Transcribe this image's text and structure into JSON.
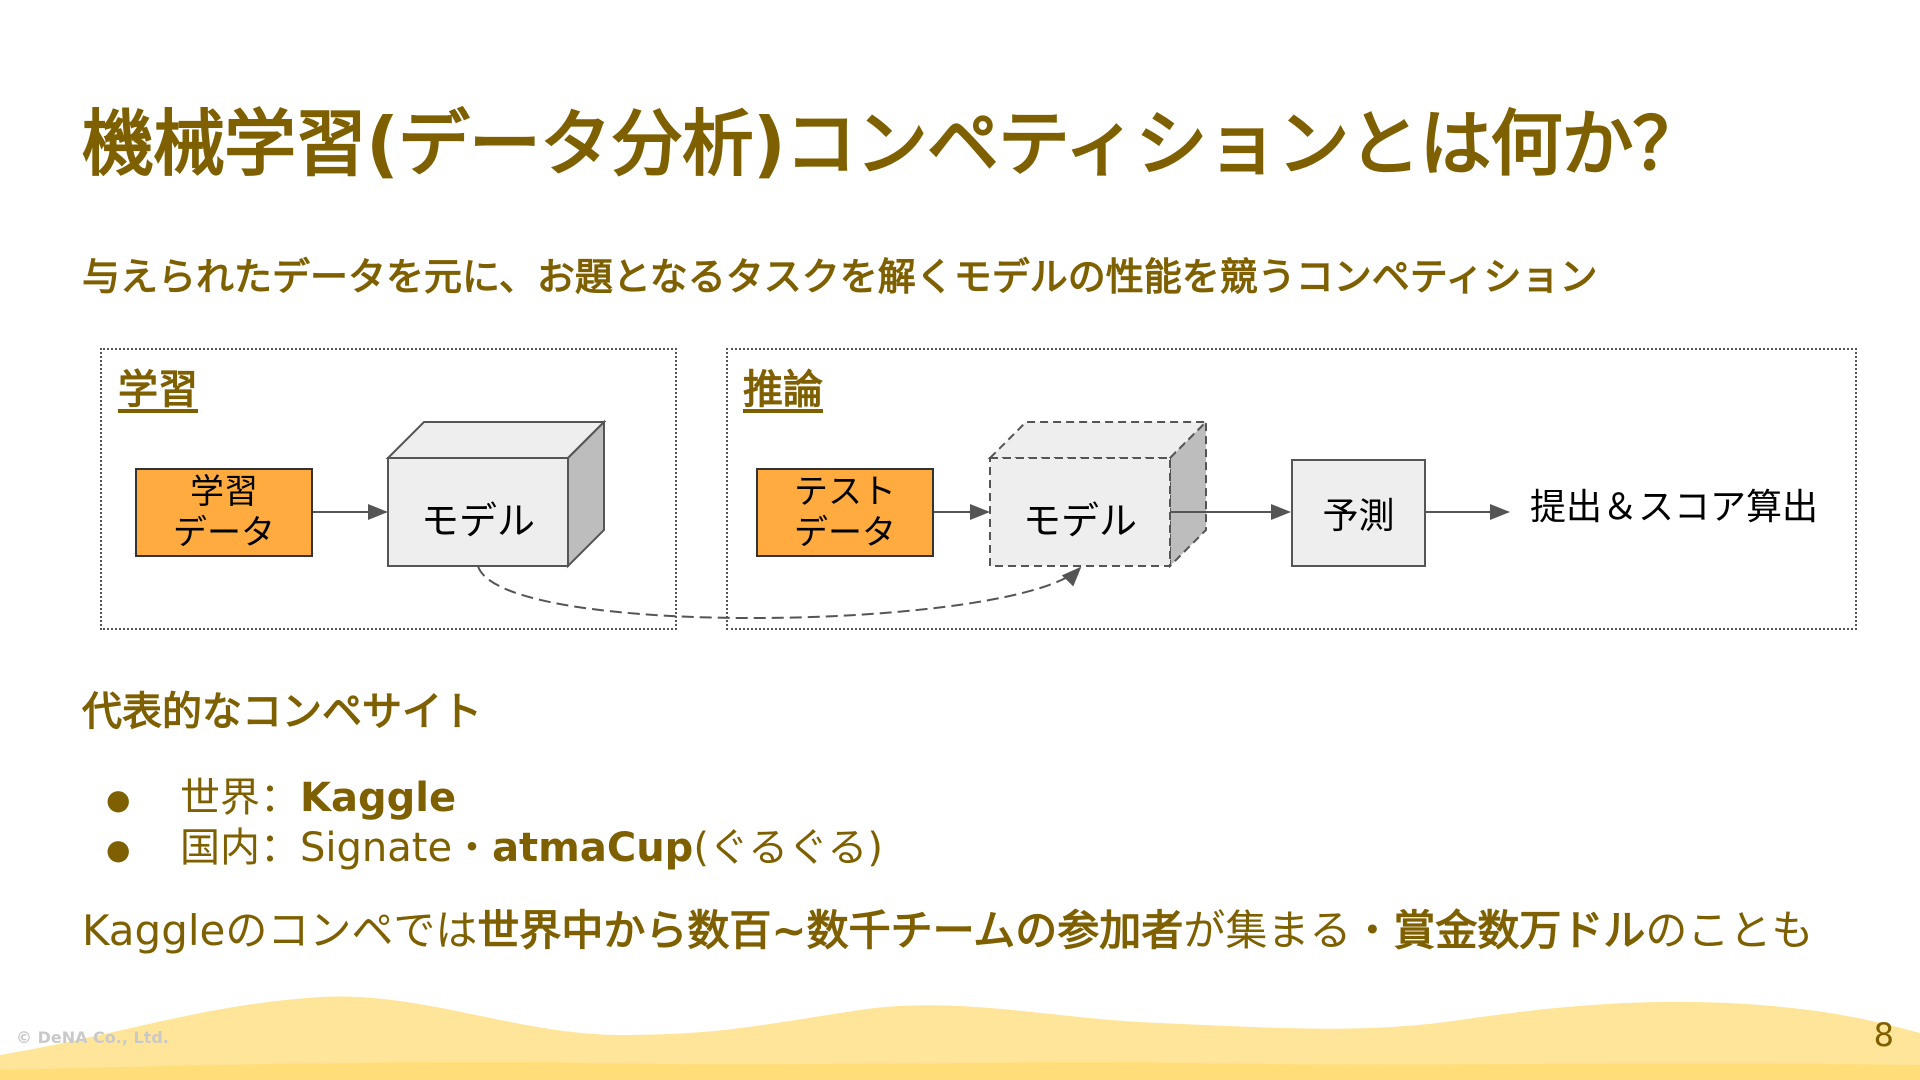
{
  "slide": {
    "title": "機械学習(データ分析)コンペティションとは何か？",
    "subtitle": "与えられたデータを元に、お題となるタスクを解くモデルの性能を競うコンペティション",
    "page_number": "8",
    "copyright": "© DeNA Co., Ltd."
  },
  "diagram": {
    "train_section_label": "学習",
    "infer_section_label": "推論",
    "train_data_label": "学習\nデータ",
    "train_model_label": "モデル",
    "test_data_label": "テスト\nデータ",
    "infer_model_label": "モデル",
    "predict_label": "予測",
    "submit_label": "提出＆スコア算出"
  },
  "sites": {
    "heading": "代表的なコンペサイト",
    "item1_prefix": "世界：",
    "item1_bold": "Kaggle",
    "item2_prefix": "国内：Signate・",
    "item2_bold": "atmaCup",
    "item2_suffix": "(ぐるぐる)"
  },
  "note": {
    "part1": "Kaggleのコンペでは",
    "part2_bold": "世界中から数百~数千チームの参加者",
    "part3": "が集まる・",
    "part4_bold": "賞金数万ドル",
    "part5": "のことも"
  },
  "colors": {
    "accent": "#7f6000",
    "data_box": "#ffab40",
    "wave": "#ffe599"
  }
}
